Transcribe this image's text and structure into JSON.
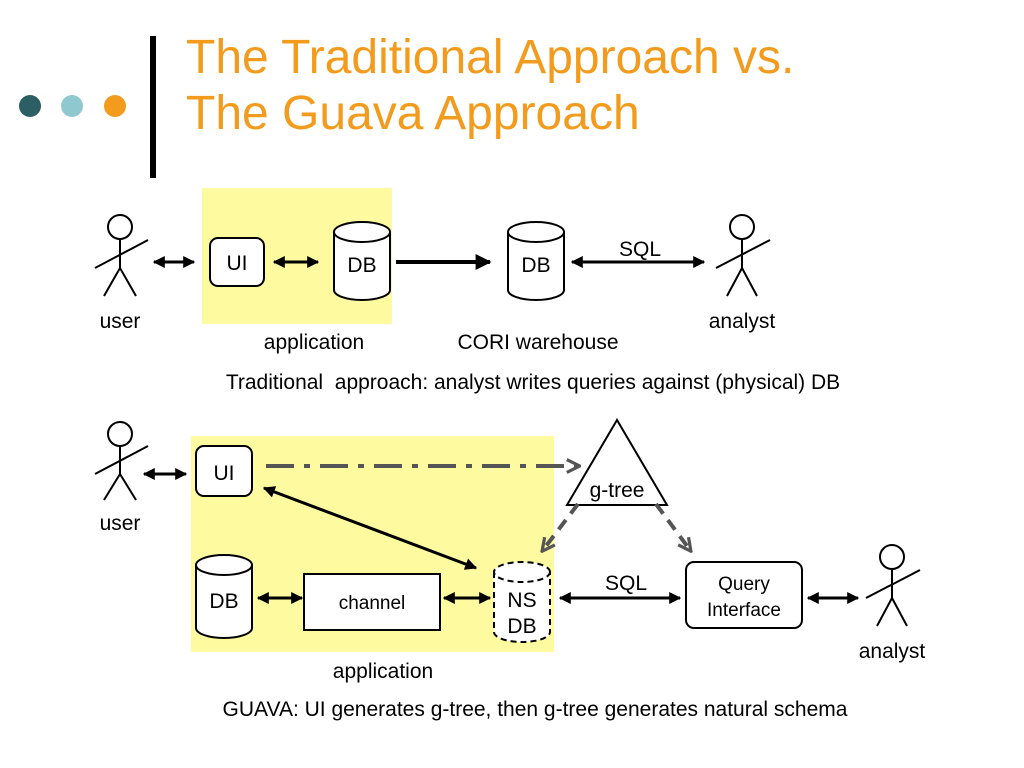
{
  "slide": {
    "title_line1": "The Traditional Approach vs.",
    "title_line2": "The Guava Approach",
    "accent_color": "#f29b1d",
    "dot_colors": [
      "#2b5f63",
      "#8fc9cf",
      "#f29b1d"
    ]
  },
  "traditional": {
    "user_label": "user",
    "ui_label": "UI",
    "app_db_label": "DB",
    "warehouse_db_label": "DB",
    "sql_label": "SQL",
    "analyst_label": "analyst",
    "application_label": "application",
    "warehouse_label": "CORI warehouse",
    "caption": "Traditional  approach: analyst writes queries against (physical) DB"
  },
  "guava": {
    "user_label": "user",
    "ui_label": "UI",
    "gtree_label": "g-tree",
    "db_label": "DB",
    "channel_label": "channel",
    "ns_db_line1": "NS",
    "ns_db_line2": "DB",
    "sql_label": "SQL",
    "query_line1": "Query",
    "query_line2": "Interface",
    "analyst_label": "analyst",
    "application_label": "application",
    "caption": "GUAVA: UI generates g-tree, then g-tree generates natural schema"
  },
  "colors": {
    "highlight": "#fdfaa0",
    "ink": "#000000",
    "dashed_arrow": "#555555"
  }
}
